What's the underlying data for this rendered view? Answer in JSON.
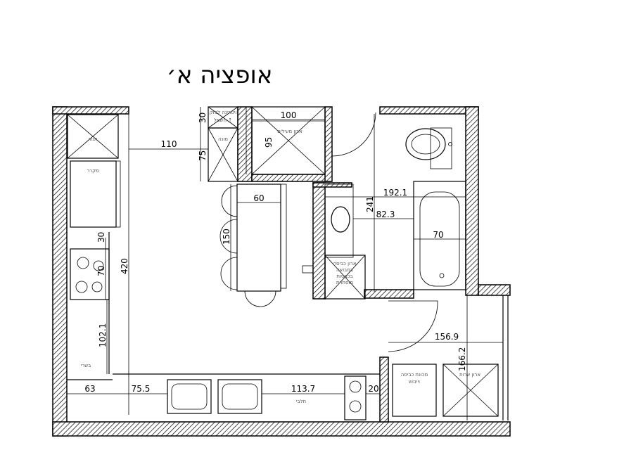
{
  "title": "אופציה א׳",
  "dimensions": {
    "d110": "110",
    "d30": "30",
    "d75": "75",
    "d100": "100",
    "d95": "95",
    "d60": "60",
    "d150": "150",
    "d192_1": "192.1",
    "d241": "241",
    "d82_3": "82.3",
    "d70_bath": "70",
    "d30_stove": "30",
    "d70_stove": "70",
    "d420": "420",
    "d102_1": "102.1",
    "d63": "63",
    "d75_5": "75.5",
    "d113_7": "113.7",
    "d20": "20",
    "d156_9": "156.9",
    "d166_2": "166.2"
  },
  "labels": {
    "vitrine_line1": "ויטרינה לבזק",
    "vitrine_line2": "חשמל ↑",
    "meter": "מונה",
    "coat_closet": "ארון מעילים",
    "oven": "תנור",
    "fridge": "מקרר",
    "meat": "בשרי",
    "dairy": "חלבי",
    "laundry_closet": [
      "ארון כביסה",
      "במבואה",
      "בכניסות",
      "מוסתרת"
    ],
    "washer_line1": "מכונת כביסה",
    "washer_line2": "וייבוש",
    "service_closet": "ארון שרות"
  }
}
